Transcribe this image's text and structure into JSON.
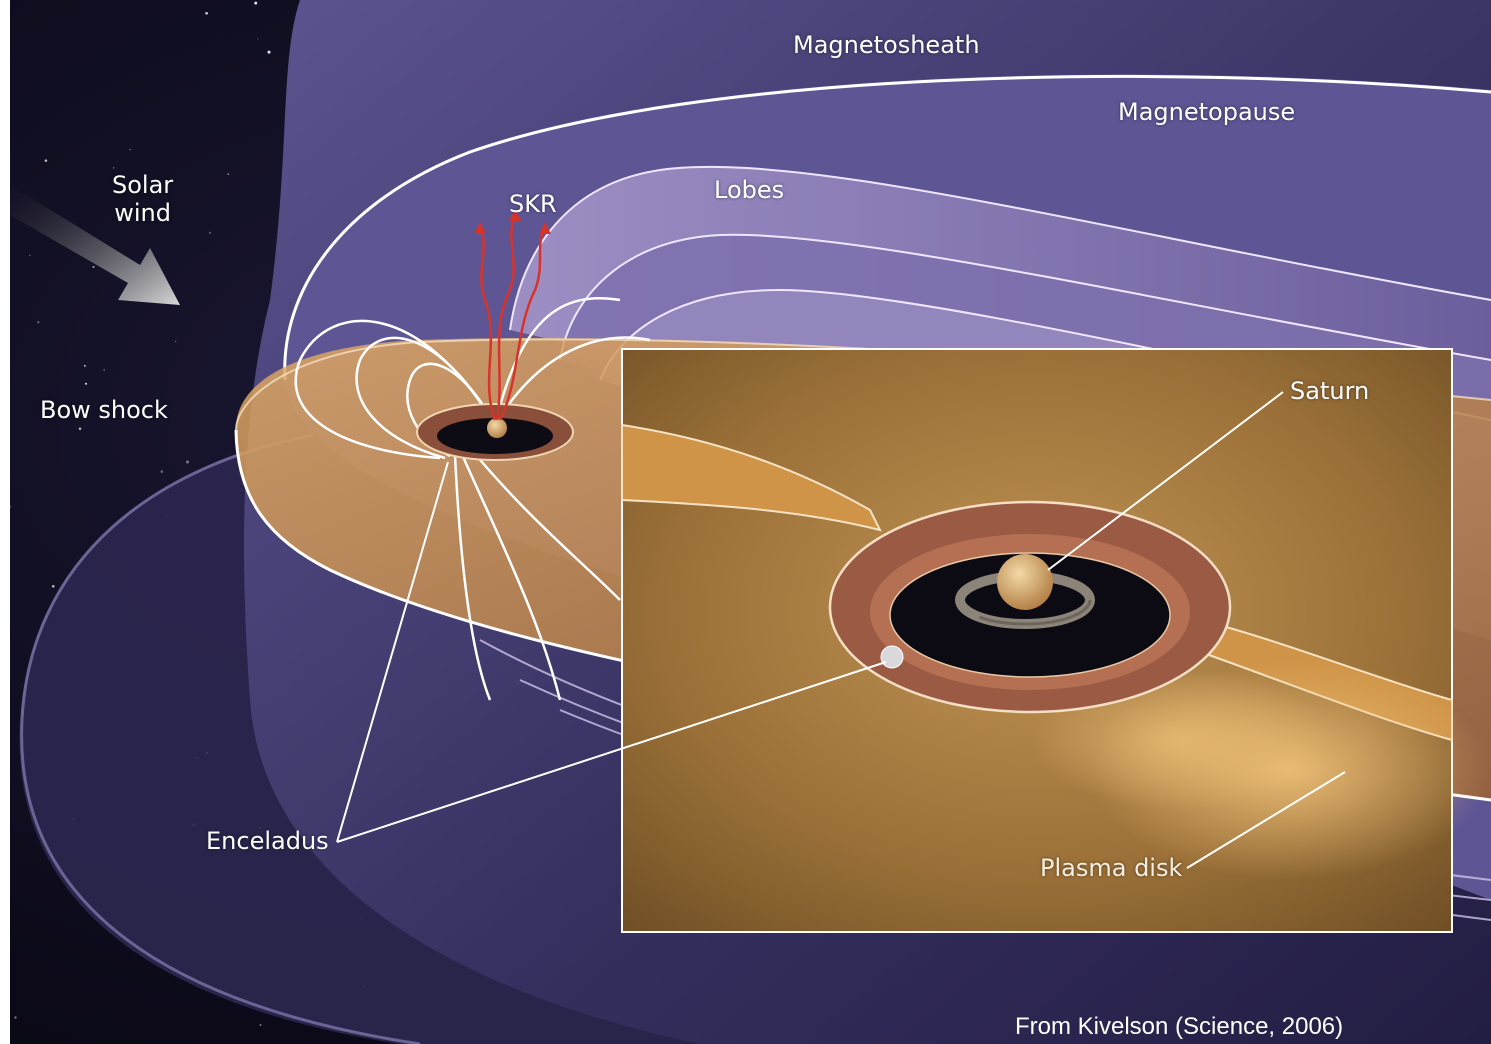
{
  "labels": {
    "magnetosheath": "Magnetosheath",
    "magnetopause": "Magnetopause",
    "solar_wind_line1": "Solar",
    "solar_wind_line2": "wind",
    "skr": "SKR",
    "lobes": "Lobes",
    "bow_shock": "Bow shock",
    "saturn": "Saturn",
    "enceladus": "Enceladus",
    "plasma_disk": "Plasma disk"
  },
  "credit": "From Kivelson (Science, 2006)",
  "colors": {
    "space": "#07060f",
    "sheath_purple": "#4b4379",
    "lobe_lavender": "#8c7fb6",
    "plasma_orange": "#c98a45",
    "inset_gold": "#a87a3e",
    "skr_red": "#d8332a",
    "line_white": "#ffffff"
  }
}
